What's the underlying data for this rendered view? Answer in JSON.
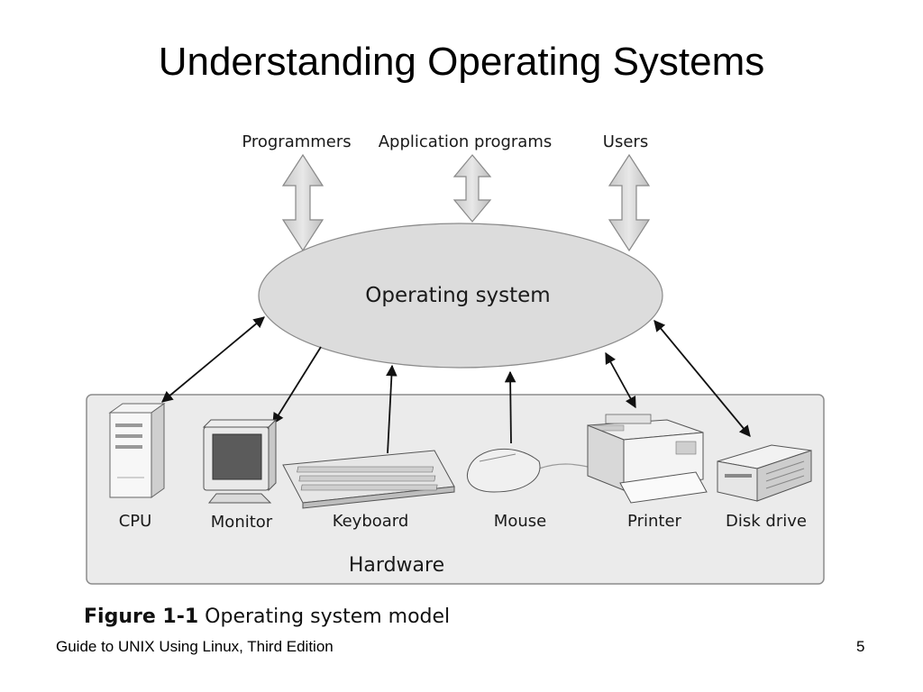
{
  "slide": {
    "title": "Understanding Operating Systems",
    "footer_left": "Guide to UNIX Using Linux, Third Edition",
    "page_number": "5"
  },
  "diagram": {
    "top_labels": {
      "programmers": "Programmers",
      "application_programs": "Application programs",
      "users": "Users"
    },
    "os_label": "Operating system",
    "hardware_label": "Hardware",
    "devices": {
      "cpu": "CPU",
      "monitor": "Monitor",
      "keyboard": "Keyboard",
      "mouse": "Mouse",
      "printer": "Printer",
      "disk_drive": "Disk drive"
    }
  },
  "caption": {
    "number": "Figure 1-1",
    "text": "Operating system model"
  },
  "colors": {
    "ellipse_fill": "#dcdcdc",
    "hardware_box": "#ebebeb",
    "arrow_fill": "#d4d4d4"
  }
}
